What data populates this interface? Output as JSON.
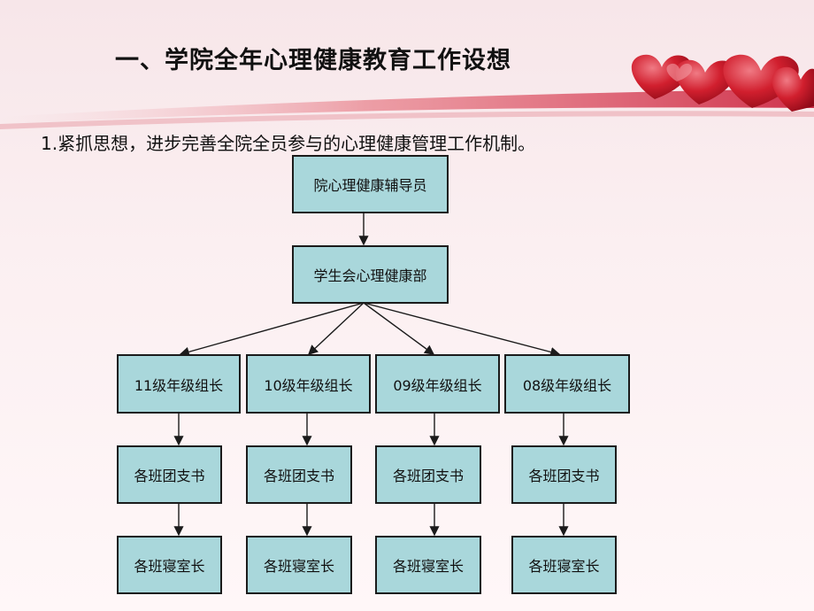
{
  "slide": {
    "title": "一、学院全年心理健康教育工作设想",
    "subtitle": "1.紧抓思想，进步完善全院全员参与的心理健康管理工作机制。"
  },
  "org_chart": {
    "root": "院心理健康辅导员",
    "level2": "学生会心理健康部",
    "grades": [
      "11级年级组长",
      "10级年级组长",
      "09级年级组长",
      "08级年级组长"
    ],
    "branch": [
      "各班团支书",
      "各班团支书",
      "各班团支书",
      "各班团支书"
    ],
    "dorm": [
      "各班寝室长",
      "各班寝室长",
      "各班寝室长",
      "各班寝室长"
    ]
  },
  "colors": {
    "node_fill": "#a9d7db",
    "node_border": "#1b1b1b",
    "swoosh_red": "#d11f2e",
    "heart_red": "#c8102e"
  }
}
